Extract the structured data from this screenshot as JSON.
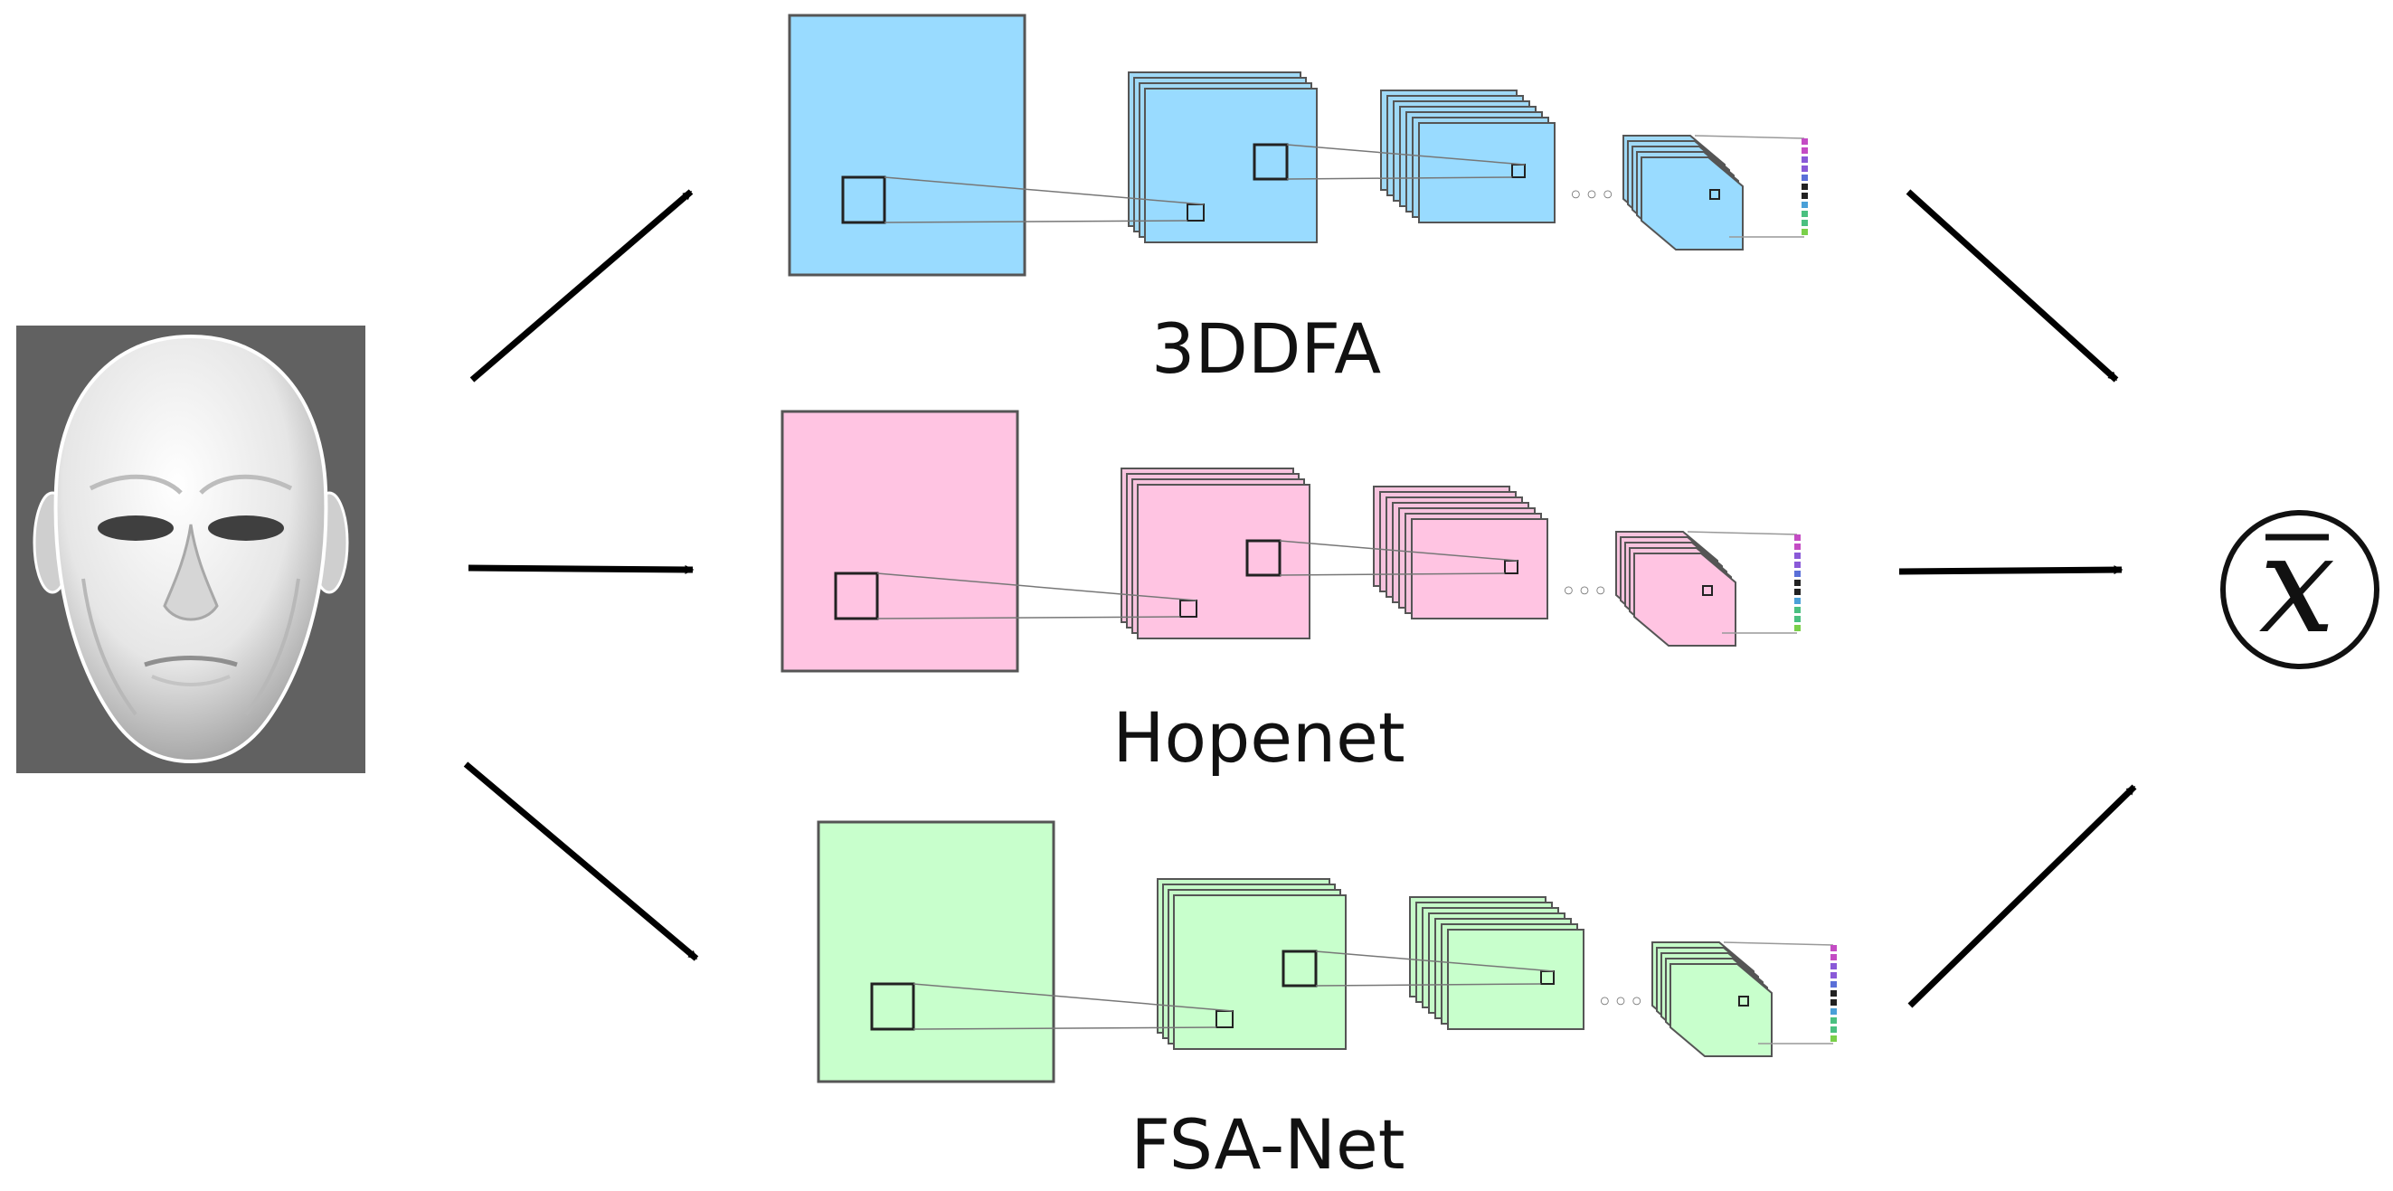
{
  "diagram": {
    "input": {
      "icon": "3d-face-render-icon",
      "background": "#616161"
    },
    "networks": [
      {
        "label": "3DDFA",
        "fill": "#99dbff",
        "face": "#9fd9f6"
      },
      {
        "label": "Hopenet",
        "fill": "#ffc4e2",
        "face": "#f7c3de"
      },
      {
        "label": "FSA-Net",
        "fill": "#c8ffcc",
        "face": "#c5fac8"
      }
    ],
    "ellipsis": "◦◦◦",
    "output_palette": [
      "#c44cc4",
      "#8a5ad8",
      "#5a6fd8",
      "#222222",
      "#4aa0d8",
      "#4ac080",
      "#7ad04a"
    ],
    "output": {
      "symbol": "x",
      "icon": "mean-circle-icon"
    },
    "arrow_color": "#000000"
  }
}
